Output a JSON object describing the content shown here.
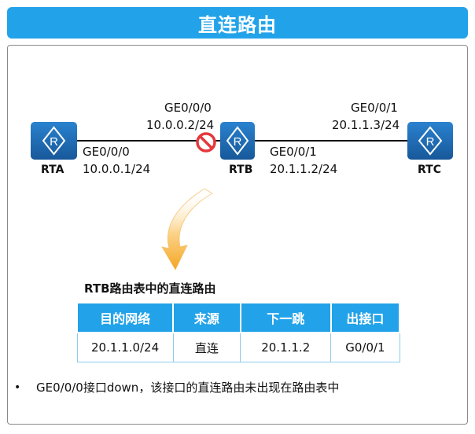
{
  "title": "直连路由",
  "routers": [
    {
      "name": "RTA"
    },
    {
      "name": "RTB"
    },
    {
      "name": "RTC"
    }
  ],
  "interfaces": {
    "rta_port": "GE0/0/0",
    "rta_ip": "10.0.0.1/24",
    "rtb_left_port": "GE0/0/0",
    "rtb_left_ip": "10.0.0.2/24",
    "rtb_right_port": "GE0/0/1",
    "rtb_right_ip": "20.1.1.2/24",
    "rtc_port": "GE0/0/1",
    "rtc_ip": "20.1.1.3/24"
  },
  "router_glyph": "R",
  "link_down_icon": "prohibited-icon",
  "table": {
    "title": "RTB路由表中的直连路由",
    "headers": [
      "目的网络",
      "来源",
      "下一跳",
      "出接口"
    ],
    "rows": [
      [
        "20.1.1.0/24",
        "直连",
        "20.1.1.2",
        "G0/0/1"
      ]
    ]
  },
  "note": {
    "bullet": "•",
    "text": "GE0/0/0接口down，该接口的直连路由未出现在路由表中"
  },
  "colors": {
    "accent": "#22a3e9",
    "router": "#1f6db5",
    "down": "#e4383c",
    "arrow": "#f5a623"
  }
}
